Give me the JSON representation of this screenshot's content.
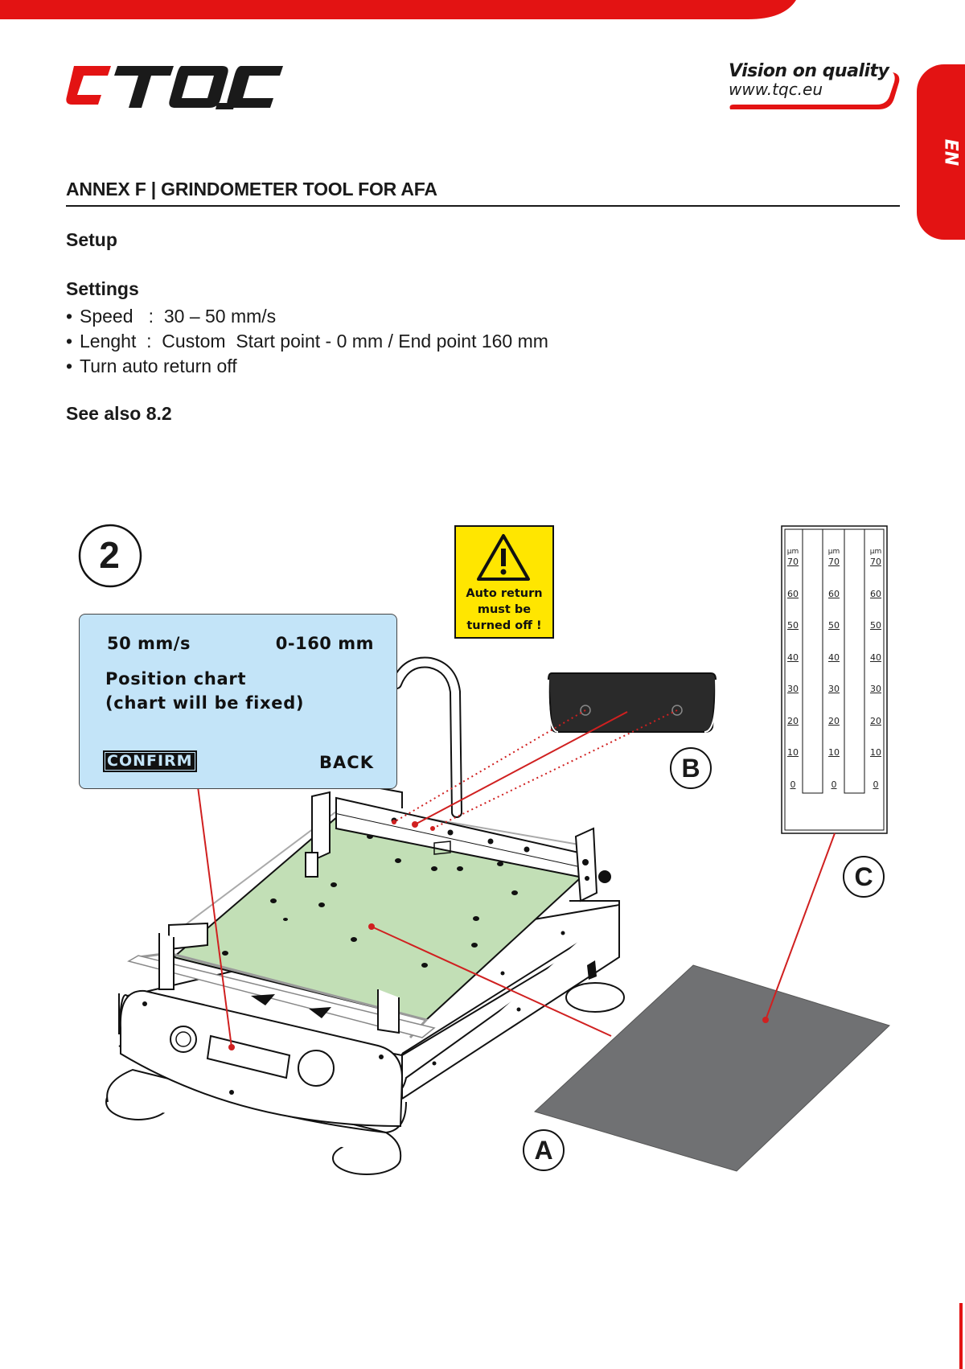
{
  "header": {
    "brand": "TQC",
    "tagline_1": "Vision on quality",
    "tagline_2": "www.tqc.eu",
    "language_tab": "EN",
    "brand_red": "#e31313"
  },
  "document": {
    "heading": "ANNEX F | GRINDOMETER TOOL FOR AFA",
    "setup_label": "Setup",
    "settings_label": "Settings",
    "settings": [
      "Speed   :  30 – 50 mm/s",
      "Lenght  :  Custom  Start point - 0 mm / End point 160 mm",
      "Turn auto return off"
    ],
    "see_also": "See also 8.2"
  },
  "illustration": {
    "step_number": "2",
    "warning": {
      "line1": "Auto return",
      "line2": "must be",
      "line3": "turned off !"
    },
    "screen": {
      "speed": "50 mm/s",
      "range": "0-160 mm",
      "message_line1": "Position chart",
      "message_line2": "(chart will be fixed)",
      "confirm": "CONFIRM",
      "back": "BACK",
      "screen_color": "#c3e4f8"
    },
    "labels": {
      "a": "A",
      "b": "B",
      "c": "C"
    },
    "scale": {
      "unit": "µm",
      "ticks": [
        "70",
        "60",
        "50",
        "40",
        "30",
        "20",
        "10",
        "0"
      ]
    },
    "bed_color": "#c2dfb6",
    "chart_color": "#707173"
  }
}
